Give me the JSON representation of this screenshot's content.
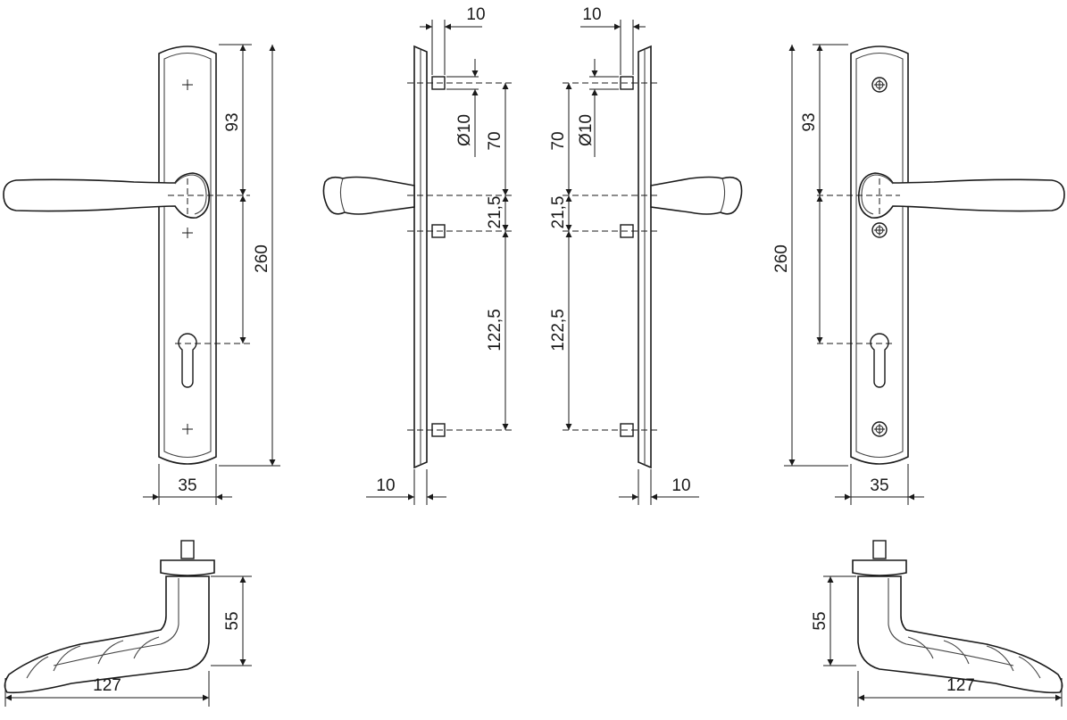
{
  "dimensions": {
    "left_front": {
      "width": "35",
      "height": "260",
      "handle_to_cylinder": "93"
    },
    "left_side": {
      "thickness": "10",
      "top_gap": "10",
      "pin_diameter": "Ø10",
      "pin_to_handle": "70",
      "handle_to_pin": "21,5",
      "pin_to_pin": "122,5"
    },
    "right_side": {
      "thickness": "10",
      "top_gap": "10",
      "pin_diameter": "Ø10",
      "pin_to_handle": "70",
      "handle_to_pin": "21,5",
      "pin_to_pin": "122,5"
    },
    "right_front": {
      "width": "35",
      "height": "260",
      "handle_to_cylinder": "93"
    },
    "left_handle_top": {
      "length": "127",
      "projection": "55"
    },
    "right_handle_top": {
      "length": "127",
      "projection": "55"
    }
  }
}
